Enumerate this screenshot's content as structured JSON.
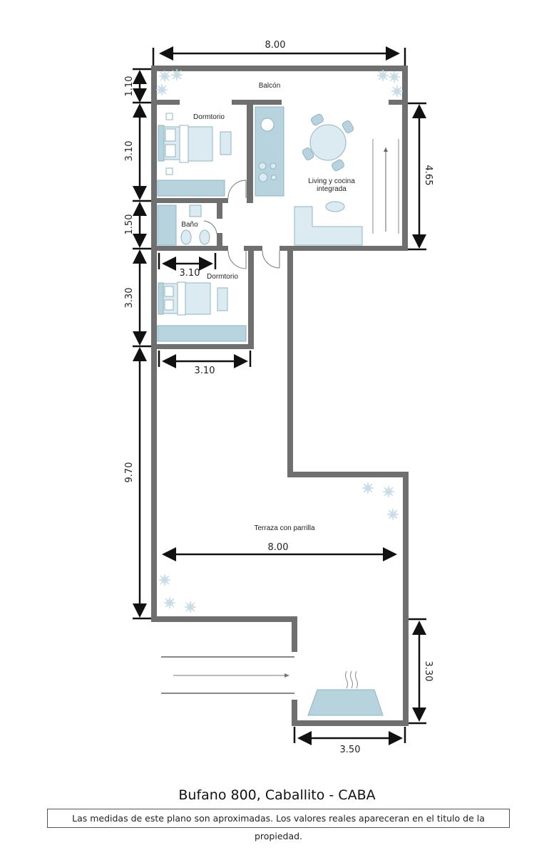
{
  "plan": {
    "rooms": {
      "balcon": "Balcón",
      "dormitorio1": "Dormtorio",
      "bano": "Baño",
      "living_line1": "Living y cocina",
      "living_line2": "integrada",
      "dormitorio2": "Dormtorio",
      "terraza": "Terraza con parrilla"
    },
    "dimensions": {
      "top_width": "8.00",
      "balcon_height": "1.10",
      "dorm1_height": "3.10",
      "bano_height": "1.50",
      "dorm2_height": "3.30",
      "terraza_height": "9.70",
      "living_height": "4.65",
      "dorm2_width_top": "3.10",
      "dorm2_width_bottom": "3.10",
      "terraza_width": "8.00",
      "parrilla_height": "3.30",
      "parrilla_width": "3.50"
    },
    "colors": {
      "wall": "#6f6f6f",
      "furniture": "#b6d3de",
      "furniture_stroke": "#8fb4c3",
      "plant": "#cfe3ec"
    }
  },
  "footer": {
    "title": "Bufano 800, Caballito - CABA",
    "note": "Las medidas de este plano son aproximadas. Los valores reales apareceran en el titulo de la propiedad."
  }
}
